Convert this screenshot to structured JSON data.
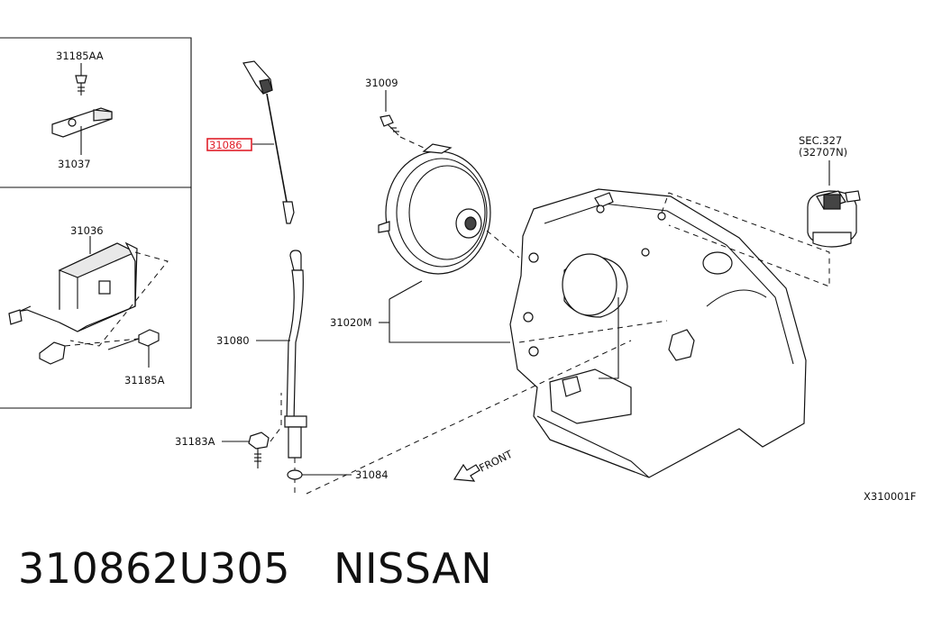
{
  "diagram": {
    "labels": {
      "l_31185AA": "31185AA",
      "l_31037": "31037",
      "l_31036": "31036",
      "l_31185A": "31185A",
      "l_31086": "31086",
      "l_31080": "31080",
      "l_31183A": "31183A",
      "l_31084": "31084",
      "l_31009": "31009",
      "l_31020M": "31020M",
      "l_sec327": "SEC.327",
      "l_sec327_sub": "(32707N)",
      "l_front": "FRONT",
      "l_figure_code": "X310001F"
    },
    "highlighted_part": "31086",
    "highlight_color": "#e0202a"
  },
  "caption": {
    "part_number": "310862U305",
    "brand": "NISSAN"
  }
}
